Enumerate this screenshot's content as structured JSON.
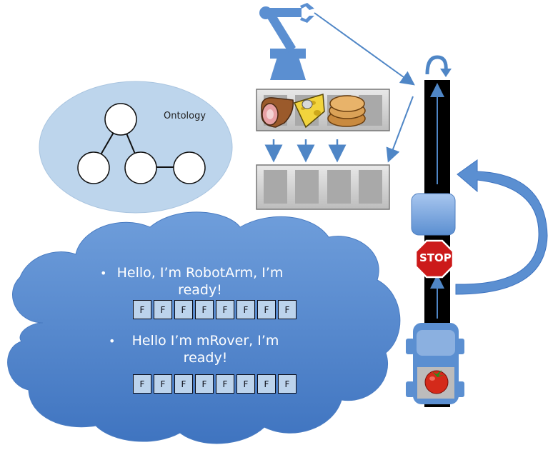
{
  "ontology": {
    "label": "Ontology"
  },
  "stop_sign": {
    "label": "STOP"
  },
  "messages": [
    {
      "lines": [
        "Hello, I’m RobotArm, I’m",
        "ready!"
      ],
      "flags": [
        "F",
        "F",
        "F",
        "F",
        "F",
        "F",
        "F",
        "F"
      ]
    },
    {
      "lines": [
        "Hello I’m mRover, I’m",
        "ready!"
      ],
      "flags": [
        "F",
        "F",
        "F",
        "F",
        "F",
        "F",
        "F",
        "F"
      ]
    }
  ],
  "items": [
    {
      "name": "ham-icon"
    },
    {
      "name": "cheese-icon"
    },
    {
      "name": "bread-icon"
    }
  ],
  "rover_cargo": {
    "name": "tomato-icon"
  },
  "colors": {
    "accent_blue": "#4f86c6",
    "cloud_blue": "#5b8fd1",
    "ontology_bg": "#bdd5ec",
    "stop_red": "#cc1a1a",
    "track_black": "#000000"
  }
}
